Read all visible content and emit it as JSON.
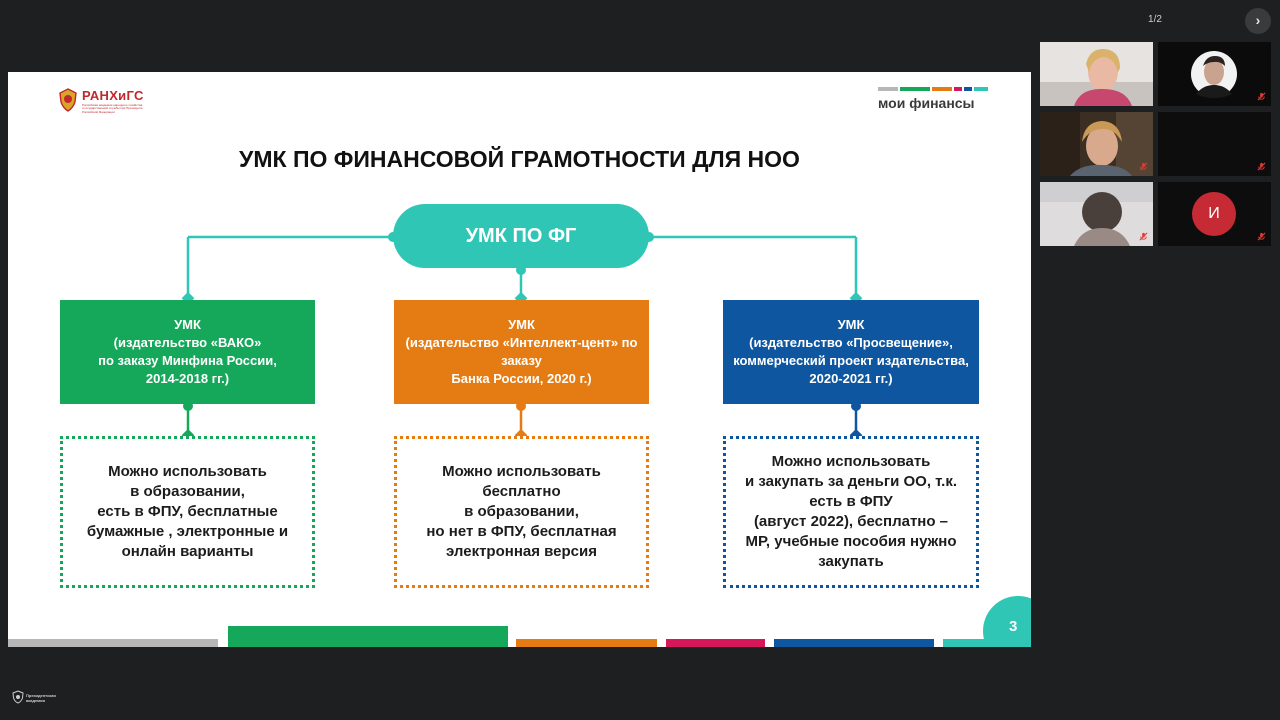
{
  "viewer": {
    "page_indicator": "1/2",
    "next_icon": "chevron-right-icon"
  },
  "slide": {
    "logo_left": {
      "name": "РАНХиГС",
      "subtitle": "Российская академия народного хозяйства и государственной службы при Президенте Российской Федерации"
    },
    "logo_right": {
      "name": "мои финансы",
      "bar_colors": [
        "#b7b7b7",
        "#16a85a",
        "#e57c13",
        "#d6185b",
        "#0f56a0",
        "#2fc6b6"
      ]
    },
    "title": "УМК ПО ФИНАНСОВОЙ ГРАМОТНОСТИ ДЛЯ НОО",
    "center_pill": "УМК ПО ФГ",
    "columns": [
      {
        "color": "#16a85a",
        "box": "УМК\n(издательство «ВАКО»\nпо заказу Минфина России,\n2014-2018 гг.)",
        "note": "Можно использовать\nв образовании,\nесть в ФПУ, бесплатные\nбумажные , электронные и\nонлайн варианты"
      },
      {
        "color": "#e57c13",
        "box": "УМК\n(издательство «Интеллект-цент» по\nзаказу\nБанка России, 2020 г.)",
        "note": "Можно использовать\nбесплатно\nв образовании,\nно нет в ФПУ, бесплатная\nэлектронная версия"
      },
      {
        "color": "#0f56a0",
        "box": "УМК\n(издательство «Просвещение»,\nкоммерческий проект издательства,\n2020-2021 гг.)",
        "note": "Можно использовать\nи закупать за деньги ОО, т.к.\nесть в ФПУ\n(август 2022), бесплатно –\nМР, учебные пособия нужно\nзакупать"
      }
    ],
    "page_number": "3",
    "accent_colors": {
      "teal": "#2fc6b6",
      "green": "#16a85a",
      "orange": "#e57c13",
      "blue": "#0f56a0",
      "magenta": "#d6185b",
      "gray": "#b7b7b7"
    }
  },
  "participants": [
    {
      "type": "video",
      "muted": false,
      "icon": "video-feed"
    },
    {
      "type": "video",
      "muted": true,
      "icon": "video-feed"
    },
    {
      "type": "video",
      "muted": true,
      "icon": "video-feed"
    },
    {
      "type": "empty",
      "muted": true
    },
    {
      "type": "video",
      "muted": true,
      "icon": "video-feed"
    },
    {
      "type": "avatar",
      "initial": "И",
      "muted": true,
      "color": "#c62b35"
    }
  ],
  "bottom_logo": {
    "text": "Президентская академия"
  }
}
